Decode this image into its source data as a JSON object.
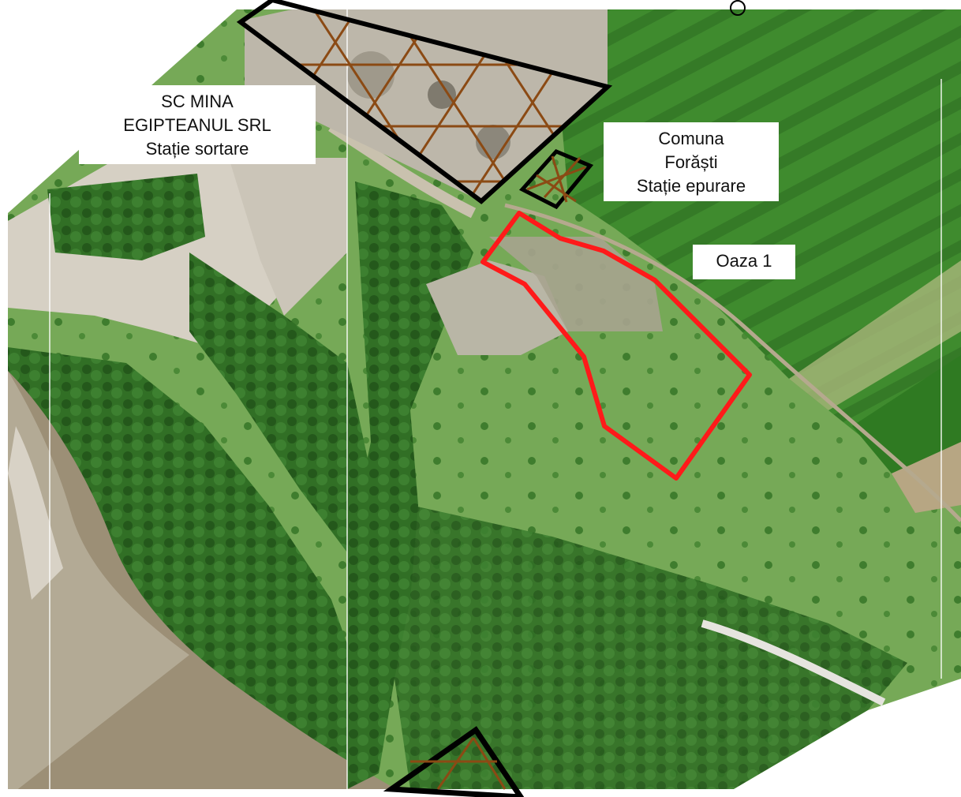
{
  "labels": {
    "mina": {
      "line1": "SC MINA",
      "line2": "EGIPTEANUL SRL",
      "line3": "Stație sortare"
    },
    "forasti": {
      "line1": "Comuna",
      "line2": "Forăști",
      "line3": "Stație epurare"
    },
    "oaza": {
      "line1": "Oaza 1"
    }
  },
  "colors": {
    "site_boundary": "#ff1a1a",
    "facility_outline": "#000000",
    "facility_hatch": "#8b4a14",
    "field_green": "#3f8b2e",
    "field_dark": "#2d6a24",
    "meadow": "#6fa552",
    "forest": "#2f6b24",
    "river": "#9a8c74",
    "gravel": "#c8c2b6"
  }
}
